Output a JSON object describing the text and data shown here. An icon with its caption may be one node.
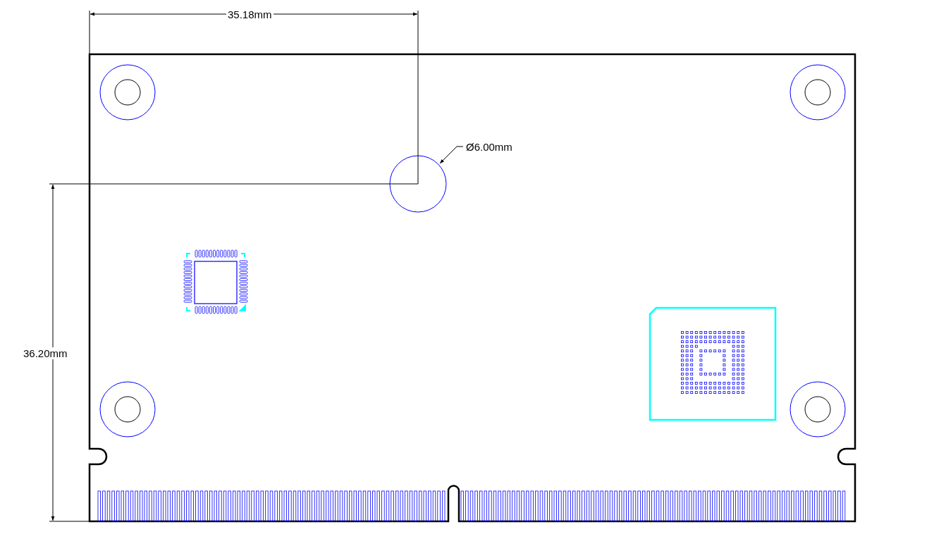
{
  "diagram": {
    "labels": [
      "35.18mm",
      "Ø6.00mm",
      "36.20mm"
    ]
  }
}
